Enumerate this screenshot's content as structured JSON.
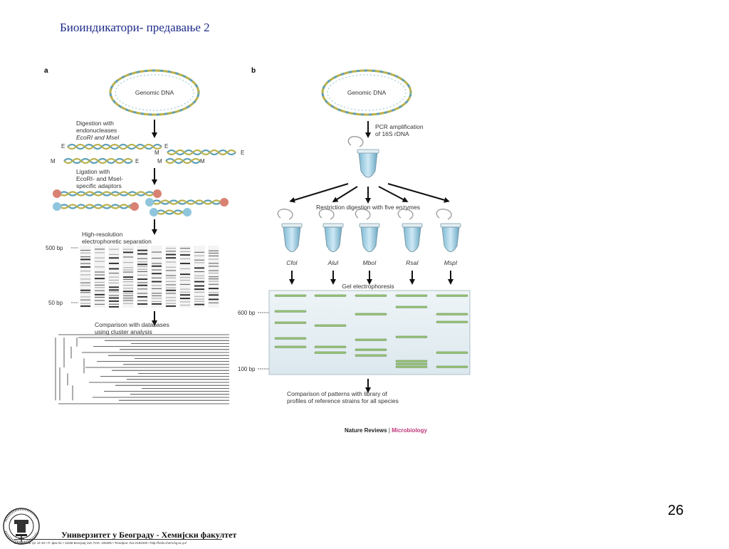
{
  "slide": {
    "title": "Биоиндикатори- предавање 2",
    "page_number": "26",
    "footer": {
      "university": "Универзитет у Београду - Хемијски факултет",
      "address": "Студентски трг 12-16 • П. фах 51 • 11158 Београд 118, ПАК. 105305 • Телефон: 011-2184330 • http://helix.chem.bg.ac.yu/"
    }
  },
  "figure": {
    "source_journal": "Nature Reviews",
    "source_section": "Microbiology",
    "panel_a": {
      "letter": "a",
      "genome_label": "Genomic DNA",
      "step1": [
        "Digestion with",
        "endonucleases",
        "EcoRI and MseI"
      ],
      "end_labels": {
        "e": "E",
        "m": "M"
      },
      "step2": [
        "Ligation with",
        "EcoRI- and MseI-",
        "specific adaptors"
      ],
      "step3": [
        "High-resolution",
        "electrophoretic separation"
      ],
      "marker_top": "500 bp",
      "marker_bottom": "50 bp",
      "step4": [
        "Comparison with databases",
        "using cluster analysis"
      ]
    },
    "panel_b": {
      "letter": "b",
      "genome_label": "Genomic DNA",
      "step1": [
        "PCR amplification",
        "of 16S rDNA"
      ],
      "step2": "Restriction digestion with five enzymes",
      "enzymes": [
        "CfoI",
        "AluI",
        "MboI",
        "RsaI",
        "MspI"
      ],
      "step3": "Gel electrophoresis",
      "marker_top": "600 bp",
      "marker_bottom": "100 bp",
      "step4": [
        "Comparison of patterns with library of",
        "profiles of reference strains for all species"
      ]
    }
  }
}
